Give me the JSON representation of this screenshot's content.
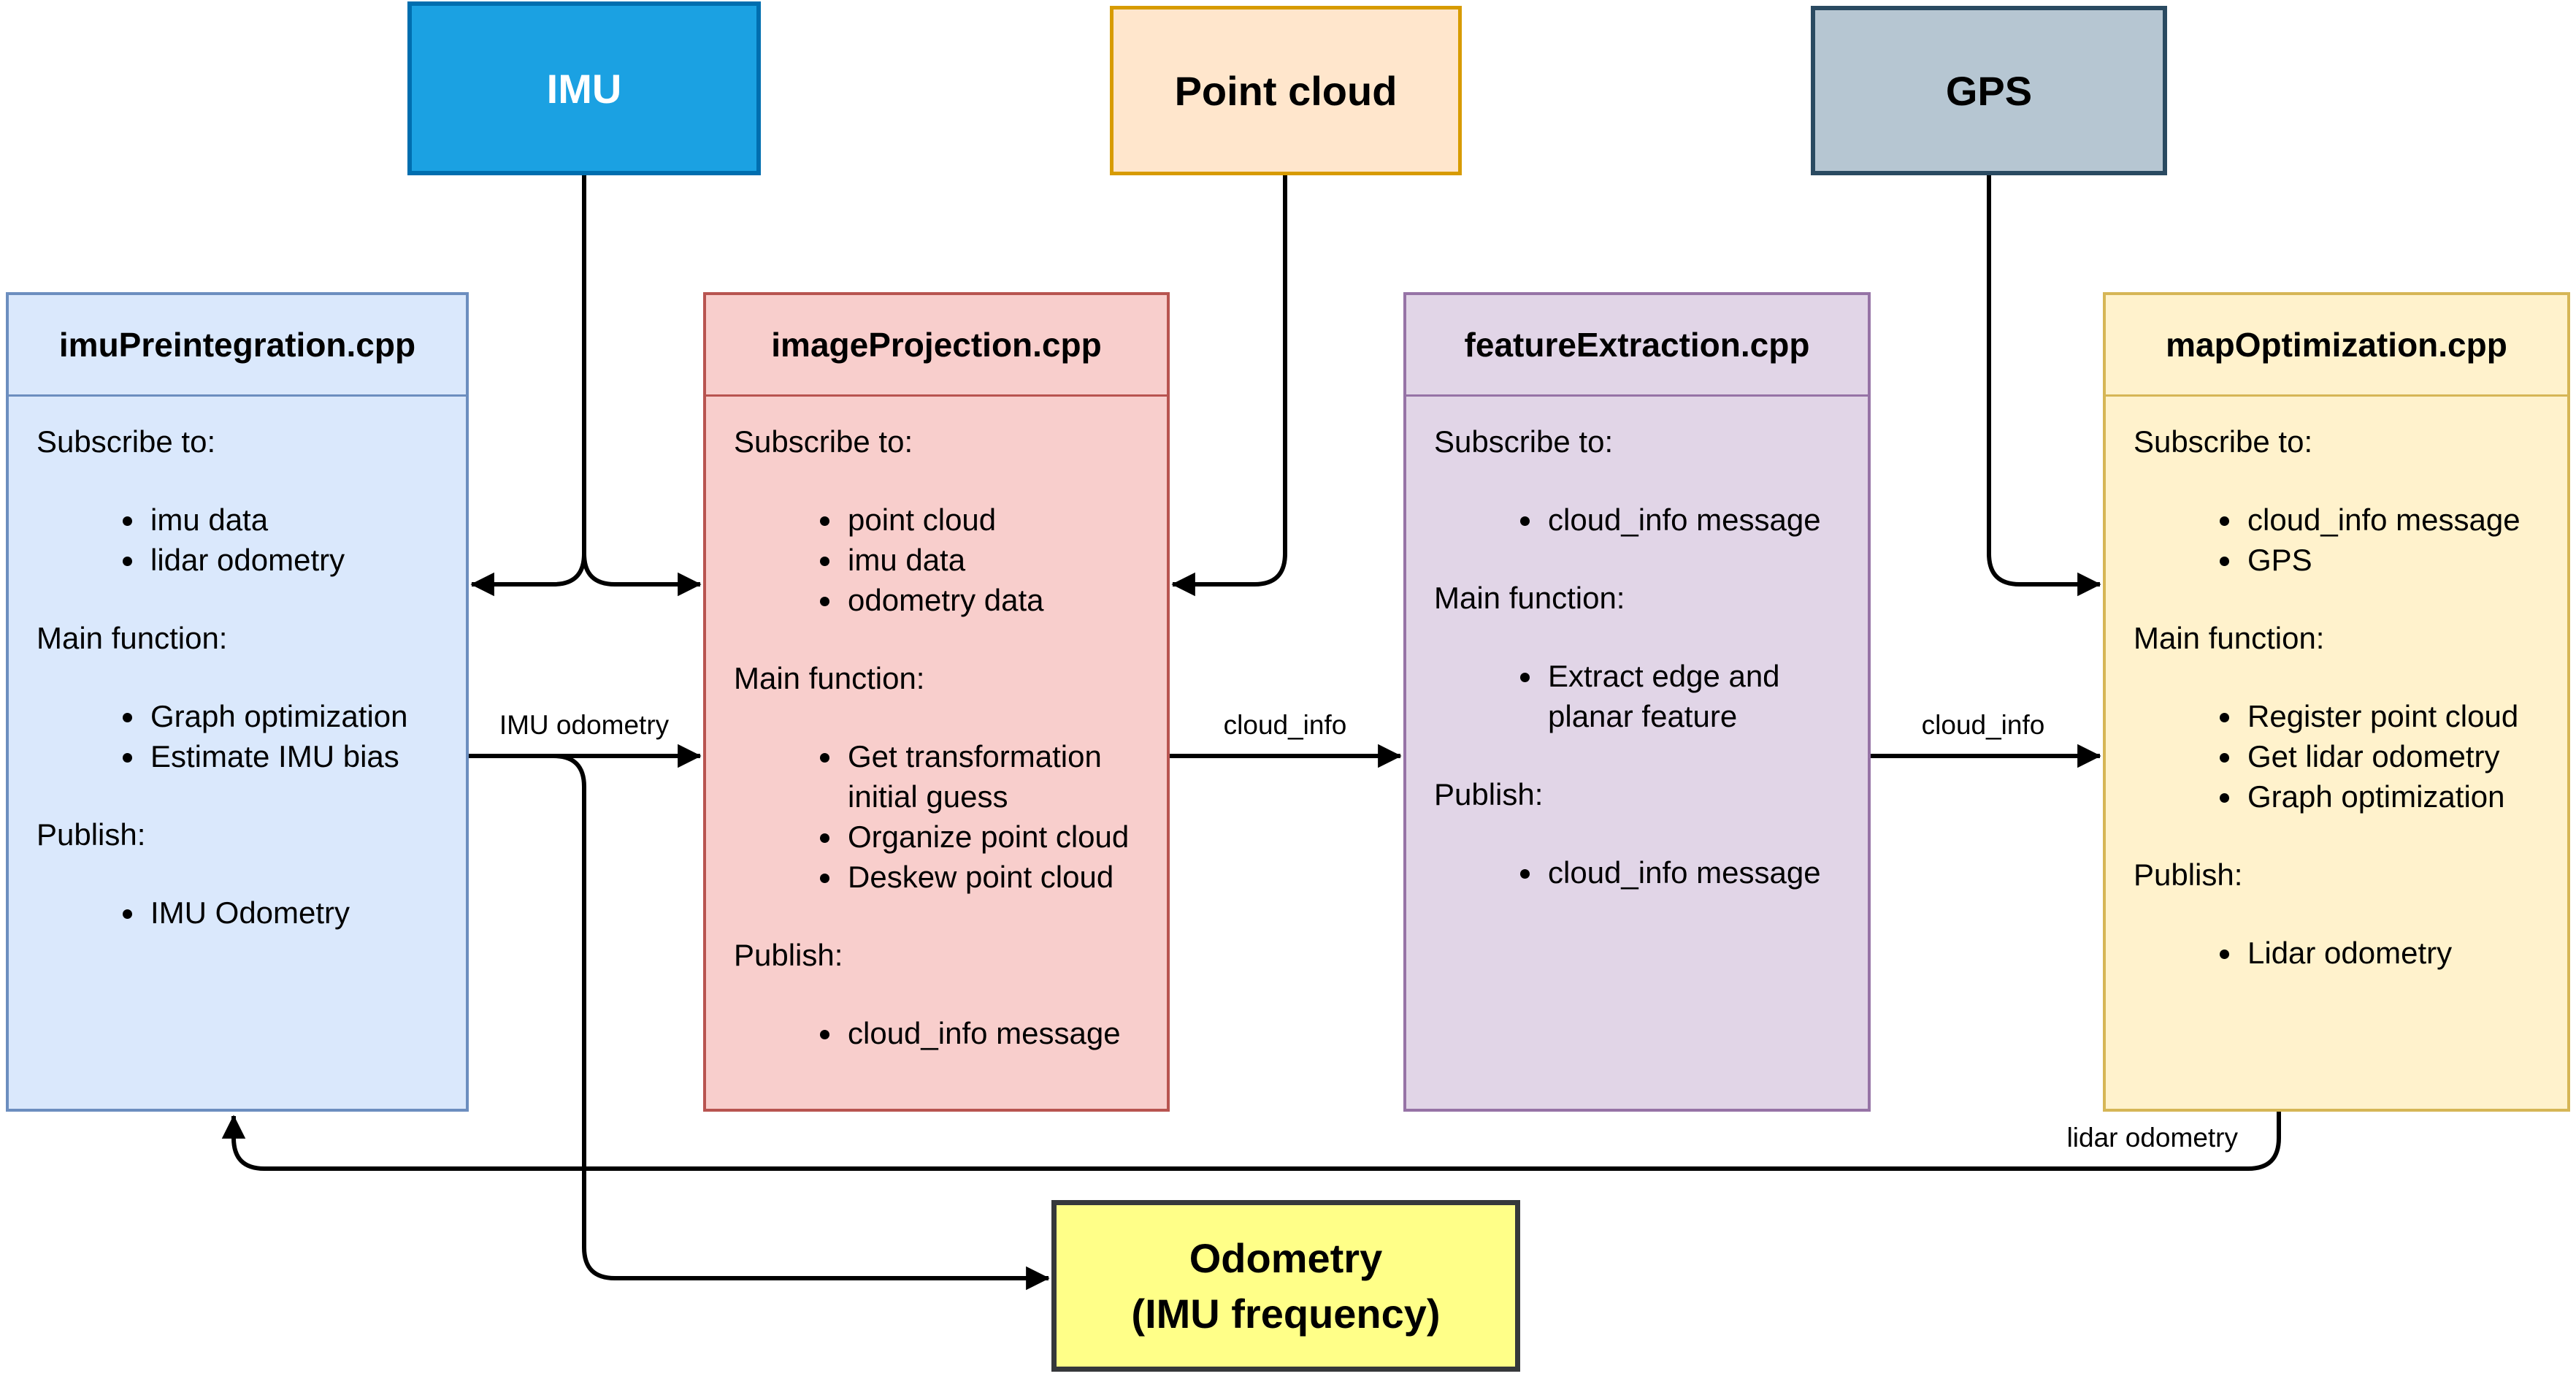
{
  "sources": {
    "imu": {
      "label": "IMU"
    },
    "point_cloud": {
      "label": "Point cloud"
    },
    "gps": {
      "label": "GPS"
    }
  },
  "nodes": [
    {
      "title": "imuPreintegration.cpp",
      "sections": [
        {
          "heading": "Subscribe to:",
          "items": [
            "imu data",
            "lidar odometry"
          ]
        },
        {
          "heading": "Main function:",
          "items": [
            "Graph optimization",
            "Estimate IMU bias"
          ]
        },
        {
          "heading": "Publish:",
          "items": [
            "IMU Odometry"
          ]
        }
      ]
    },
    {
      "title": "imageProjection.cpp",
      "sections": [
        {
          "heading": "Subscribe to:",
          "items": [
            "point cloud",
            "imu data",
            "odometry data"
          ]
        },
        {
          "heading": "Main function:",
          "items": [
            "Get transformation initial guess",
            "Organize point cloud",
            "Deskew point cloud"
          ]
        },
        {
          "heading": "Publish:",
          "items": [
            "cloud_info message"
          ]
        }
      ]
    },
    {
      "title": "featureExtraction.cpp",
      "sections": [
        {
          "heading": "Subscribe to:",
          "items": [
            "cloud_info message"
          ]
        },
        {
          "heading": "Main function:",
          "items": [
            "Extract edge and planar feature"
          ]
        },
        {
          "heading": "Publish:",
          "items": [
            "cloud_info message"
          ]
        }
      ]
    },
    {
      "title": "mapOptimization.cpp",
      "sections": [
        {
          "heading": "Subscribe to:",
          "items": [
            "cloud_info message",
            "GPS"
          ]
        },
        {
          "heading": "Main function:",
          "items": [
            "Register point cloud",
            "Get lidar odometry",
            "Graph optimization"
          ]
        },
        {
          "heading": "Publish:",
          "items": [
            "Lidar odometry"
          ]
        }
      ]
    }
  ],
  "output_box": {
    "line1": "Odometry",
    "line2": "(IMU frequency)"
  },
  "edges": {
    "imu_odometry_label": "IMU odometry",
    "cloud_info_label_1": "cloud_info",
    "cloud_info_label_2": "cloud_info",
    "lidar_odometry_label": "lidar odometry"
  },
  "colors": {
    "imu_fill": "#1ba1e2",
    "imu_border": "#006eaf",
    "point_cloud_fill": "#ffe6cc",
    "point_cloud_border": "#d79b00",
    "gps_fill": "#b6c6d2",
    "gps_border": "#2a4a61",
    "imu_preintegration_fill": "#dae8fc",
    "imu_preintegration_border": "#6c8ebf",
    "image_projection_fill": "#f8cecc",
    "image_projection_border": "#b85450",
    "feature_extraction_fill": "#e1d5e7",
    "feature_extraction_border": "#9673a6",
    "map_optimization_fill": "#fff2cc",
    "map_optimization_border": "#d6b656",
    "odometry_fill": "#ffff88",
    "odometry_border": "#36383b",
    "edge_stroke": "#000000"
  }
}
